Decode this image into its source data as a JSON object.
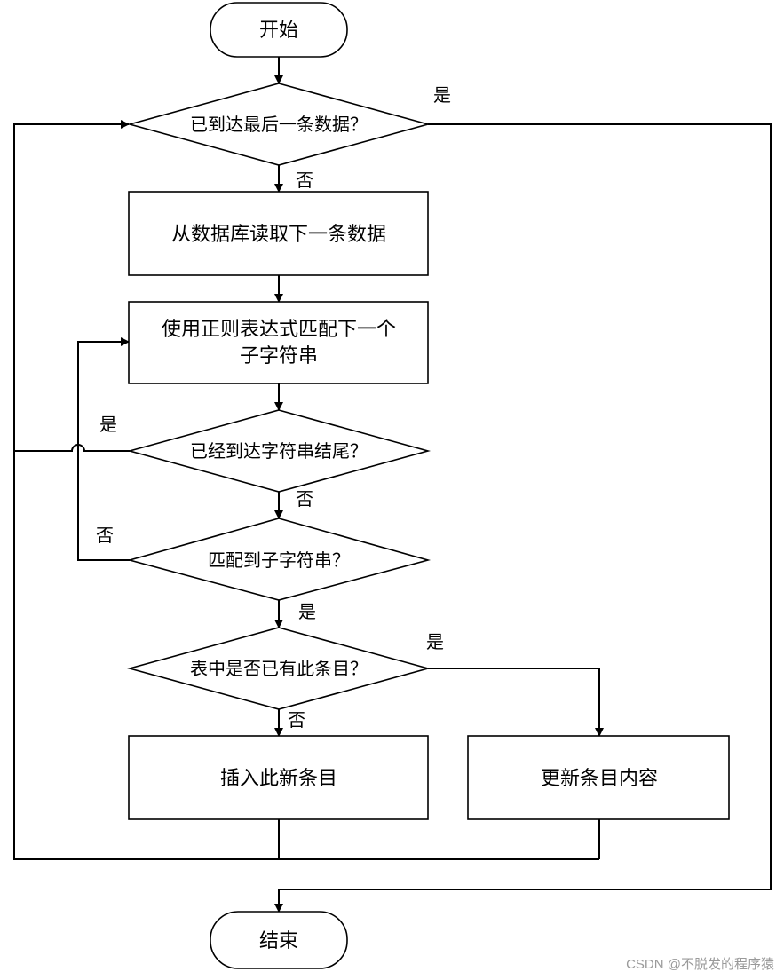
{
  "nodes": {
    "start": "开始",
    "check_last": "已到达最后一条数据？",
    "read_next": "从数据库读取下一条数据",
    "regex_match_line1": "使用正则表达式匹配下一个",
    "regex_match_line2": "子字符串",
    "check_string_end": "已经到达字符串结尾？",
    "check_matched": "匹配到子字符串？",
    "check_exists": "表中是否已有此条目？",
    "insert_entry": "插入此新条目",
    "update_entry": "更新条目内容",
    "end": "结束"
  },
  "labels": {
    "last_yes": "是",
    "last_no": "否",
    "string_end_yes": "是",
    "string_end_no": "否",
    "matched_no": "否",
    "matched_yes": "是",
    "exists_yes": "是",
    "exists_no": "否"
  },
  "watermark": "CSDN @不脱发的程序猿"
}
